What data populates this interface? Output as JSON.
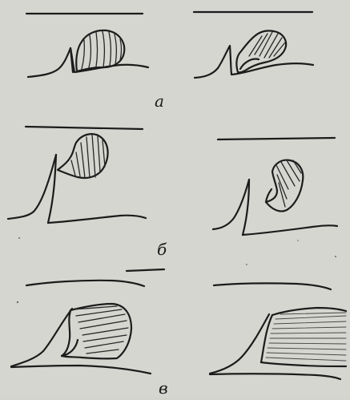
{
  "labels": {
    "a": "а",
    "b": "б",
    "c": "в"
  }
}
